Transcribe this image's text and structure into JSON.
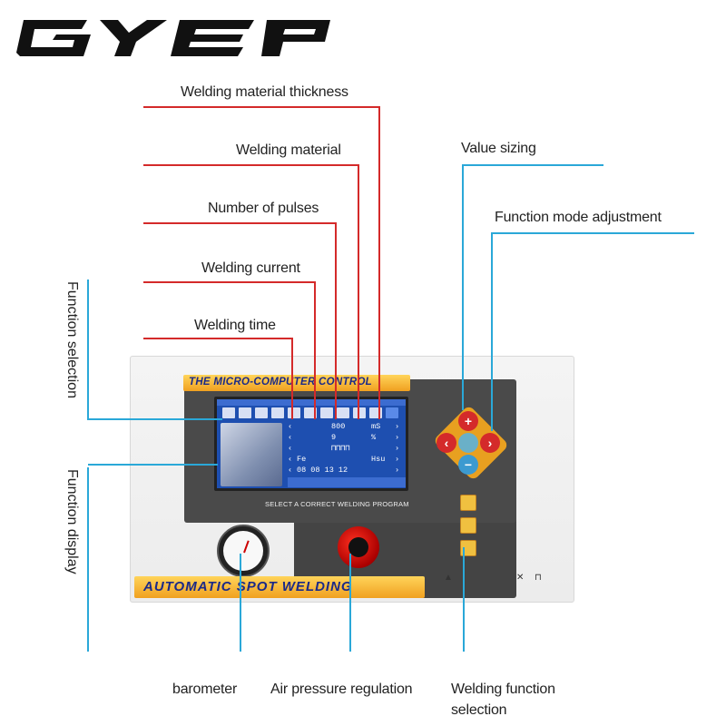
{
  "brand": {
    "logo_text": "GYEP"
  },
  "callouts": {
    "thickness": "Welding material thickness",
    "material": "Welding material",
    "pulses": "Number of pulses",
    "current": "Welding current",
    "time": "Welding time",
    "value_sizing": "Value sizing",
    "mode_adjust": "Function mode adjustment",
    "function_selection": "Function selection",
    "function_display": "Function display",
    "barometer": "barometer",
    "air_pressure": "Air pressure regulation",
    "welding_function_line1": "Welding function",
    "welding_function_line2": "selection"
  },
  "panel": {
    "banner_top": "THE MICRO-COMPUTER CONTROL",
    "banner_bottom": "AUTOMATIC SPOT WELDING",
    "program_hint": "SELECT A CORRECT WELDING PROGRAM"
  },
  "lcd_rows": [
    {
      "val": "800",
      "unit": "mS"
    },
    {
      "val": "9",
      "unit": "%"
    },
    {
      "val": "",
      "unit": ""
    },
    {
      "val": "Fe",
      "unit": "Hsu"
    },
    {
      "val": "08 08 13 12",
      "unit": ""
    },
    {
      "val": "",
      "unit": ""
    }
  ],
  "colors": {
    "red_line": "#d42a2a",
    "blue_line": "#2aa8d8",
    "banner_text": "#1b2a88",
    "banner_bg": "#f0a020",
    "button_orange": "#e8a020"
  },
  "icons": [
    "warning-icon",
    "manual-icon",
    "mcu-icon",
    "recycle-icon"
  ]
}
